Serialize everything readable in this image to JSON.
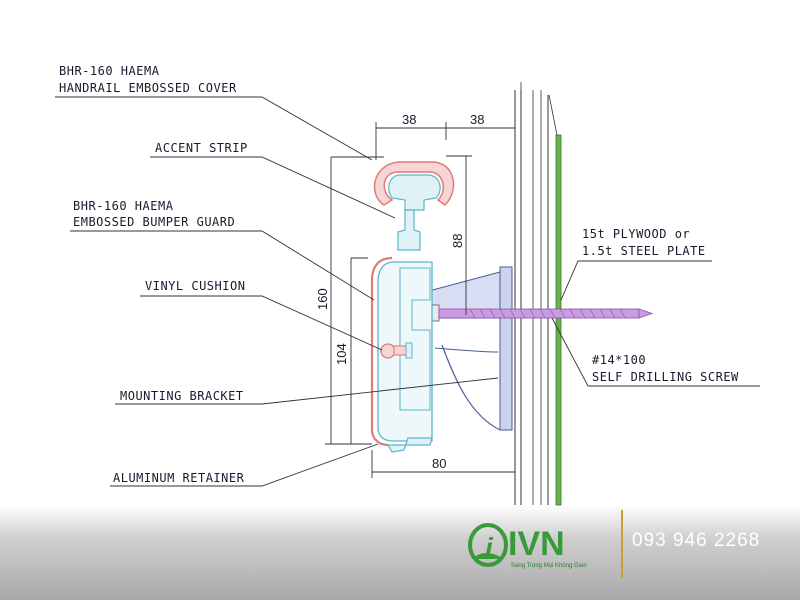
{
  "labels": {
    "handrail_line1": "BHR-160 HAEMA",
    "handrail_line2": "HANDRAIL EMBOSSED COVER",
    "accent_strip": "ACCENT STRIP",
    "bumper_line1": "BHR-160 HAEMA",
    "bumper_line2": "EMBOSSED BUMPER GUARD",
    "vinyl_cushion": "VINYL CUSHION",
    "mounting_bracket": "MOUNTING BRACKET",
    "aluminum_retainer": "ALUMINUM RETAINER",
    "plywood_line1": "15t PLYWOOD or",
    "plywood_line2": "1.5t STEEL PLATE",
    "screw_line1": "#14*100",
    "screw_line2": "SELF DRILLING SCREW"
  },
  "dimensions": {
    "top_left": "38",
    "top_right": "38",
    "height_88": "88",
    "height_160": "160",
    "height_104": "104",
    "bottom_80": "80"
  },
  "brand": {
    "logo_text": "IVN",
    "tagline": "Sang Trọng Mọi Không Gian",
    "phone": "093 946 2268"
  },
  "colors": {
    "cover": "#e2797b",
    "profile": "#5bb6c9",
    "screw": "#b27fc9",
    "wall_green": "#6ab04c",
    "bracket": "#5a6fb0",
    "brand_green": "#3a9a3a",
    "divider_gold": "#c9a227"
  }
}
